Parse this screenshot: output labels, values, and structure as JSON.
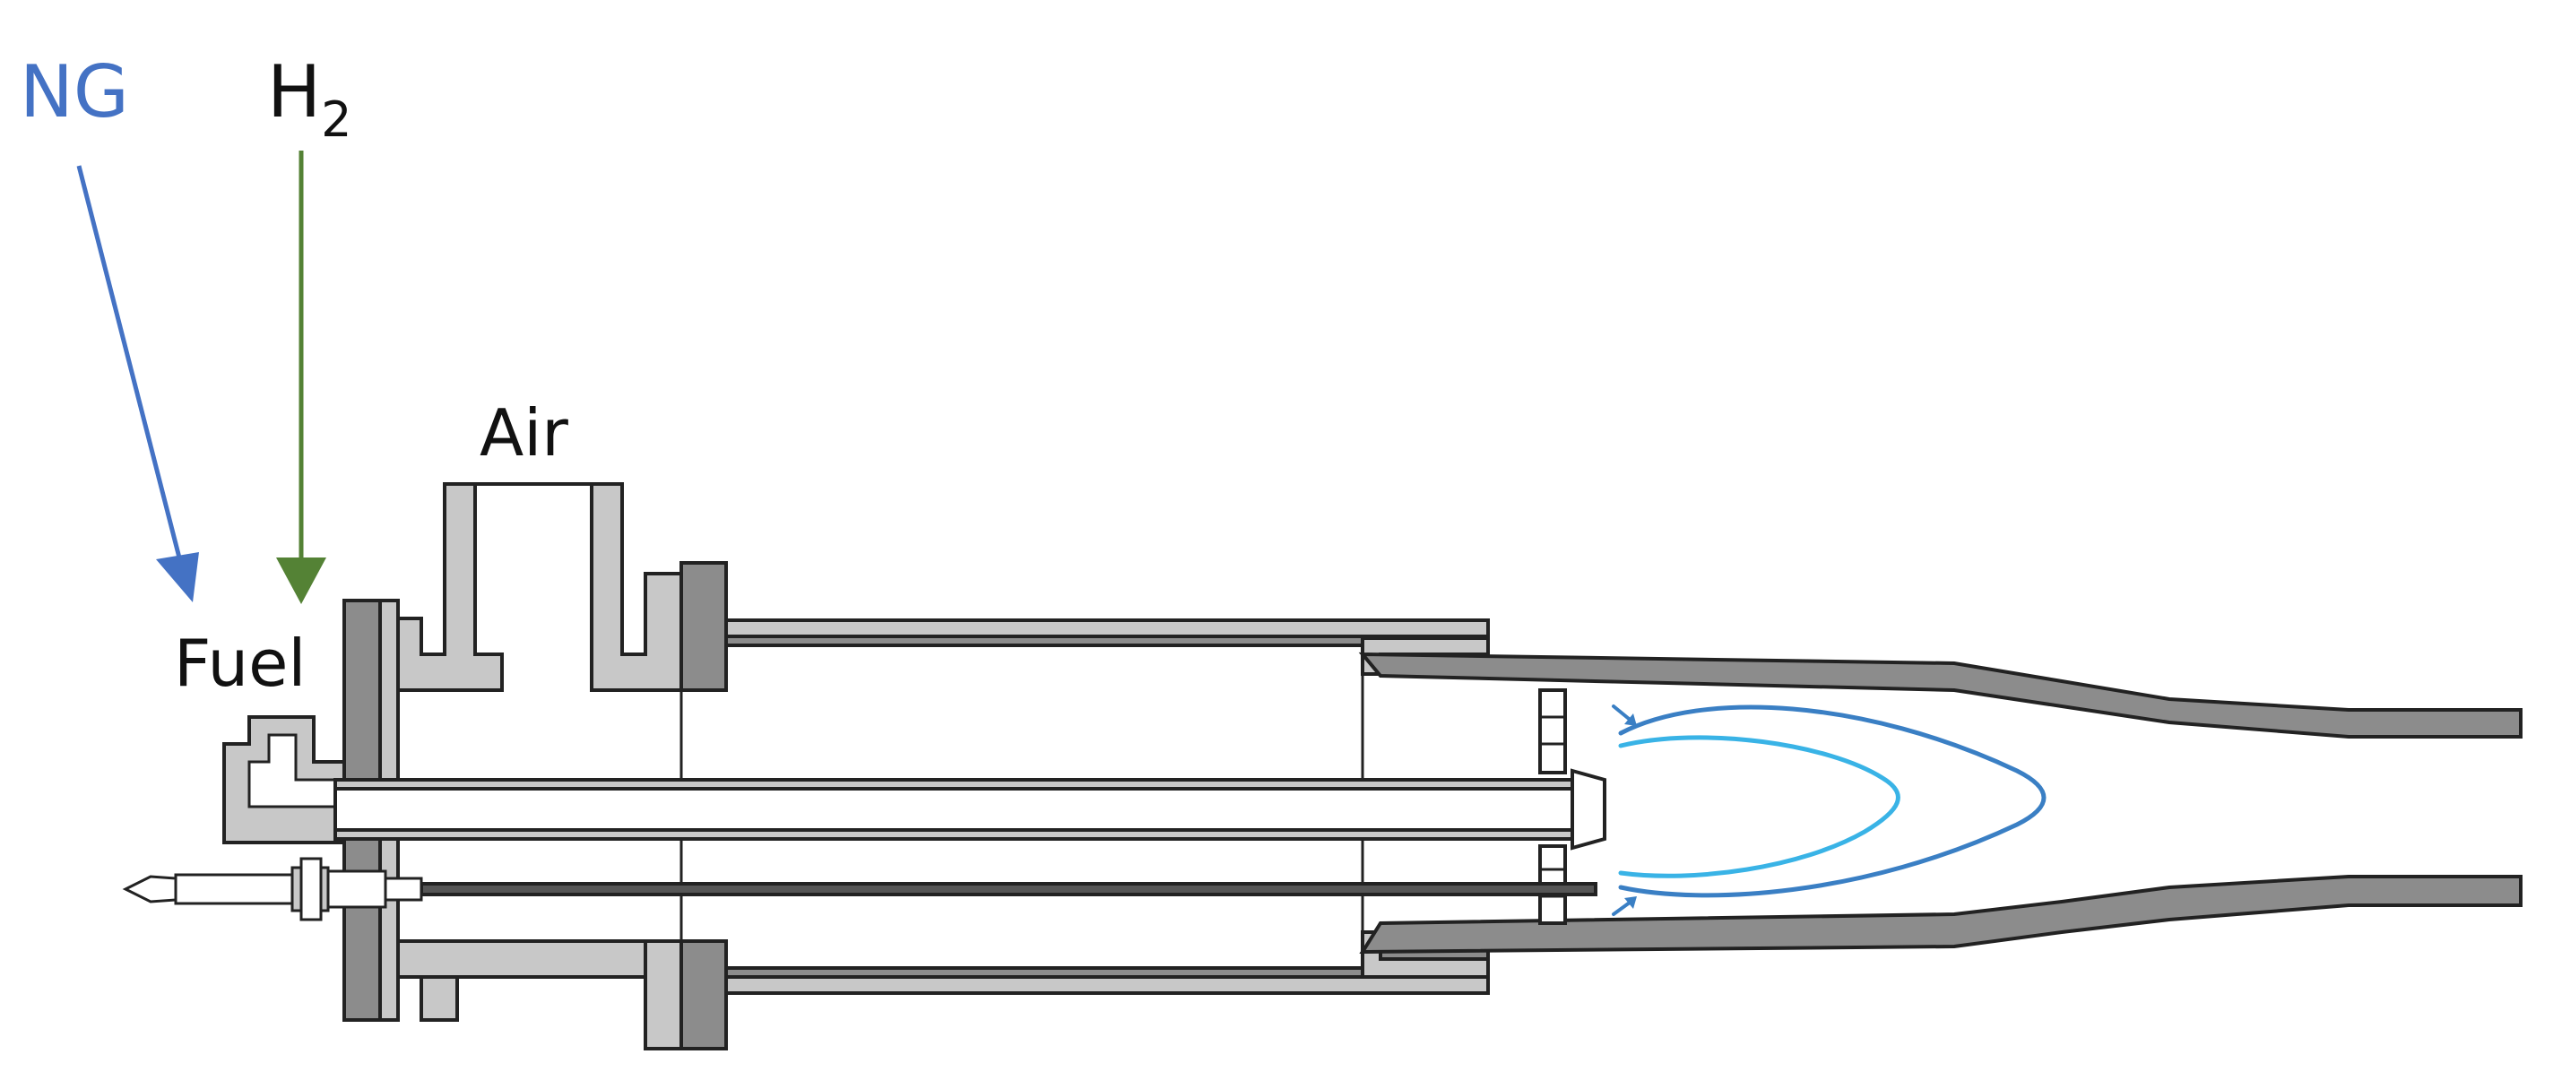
{
  "labels": {
    "ng": "NG",
    "h2_main": "H",
    "h2_sub": "2",
    "air": "Air",
    "fuel": "Fuel"
  },
  "colors": {
    "ng": "#4472C4",
    "h2_arrow": "#548235",
    "wall_fill": "#c8c8c8",
    "wall_fill_dark": "#8c8c8c",
    "outline": "#222222",
    "flame_outer": "#3a7fc4",
    "flame_inner": "#39b3e6",
    "text": "#111111"
  },
  "icons": {
    "ng_arrow": "arrow-down-icon",
    "h2_arrow": "arrow-down-icon",
    "spark_plug": "spark-plug-icon",
    "flame": "flame-icon"
  }
}
